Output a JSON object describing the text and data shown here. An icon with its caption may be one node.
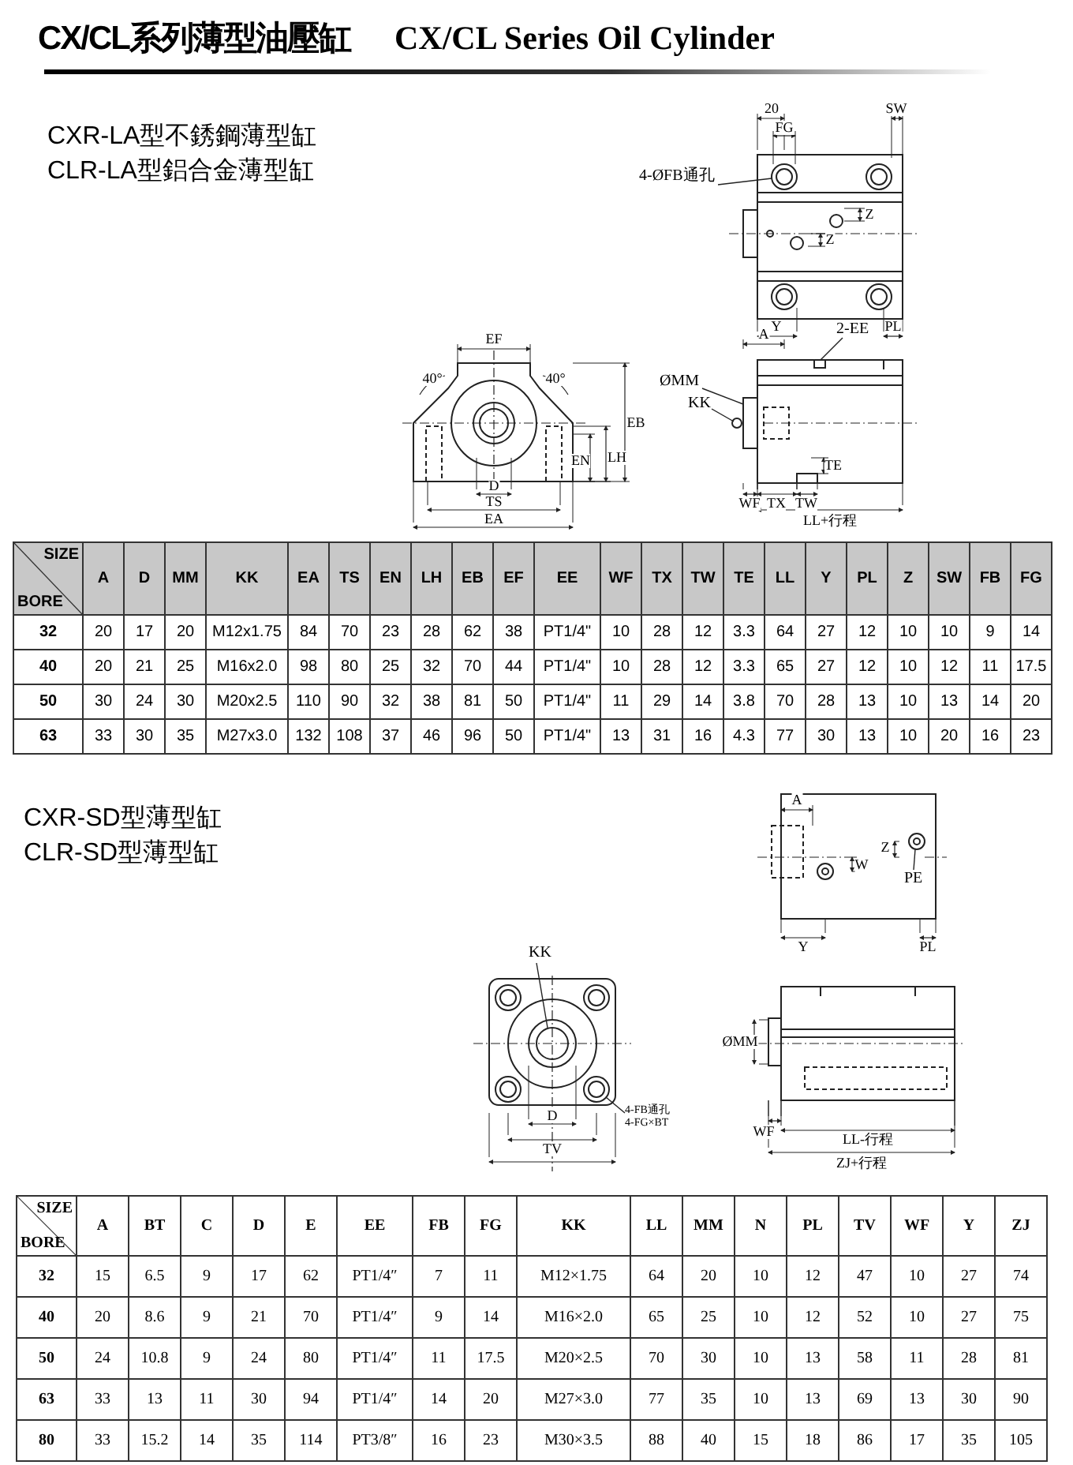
{
  "diagram": {
    "title": "CX/CL系列薄型油壓缸",
    "nodes": [
      {
        "text": [
          "4-ØFB通孔"
        ]
      },
      {
        "text": [
          "2-EE"
        ]
      },
      {
        "text": [
          "ØMM"
        ]
      },
      {
        "text": [
          "KK"
        ]
      },
      {
        "text": [
          "PE"
        ]
      },
      {
        "text": [
          "KK"
        ]
      },
      {
        "text": [
          "4-FB通孔",
          "4-FG×BT"
        ]
      },
      {
        "text": [],
        "shape": "circle"
      },
      {
        "text": [],
        "shape": "box"
      },
      {
        "text": [],
        "shape": "box"
      },
      {
        "text": [],
        "shape": "circle"
      },
      {
        "text": [],
        "shape": "circle"
      },
      {
        "text": [],
        "shape": "circle"
      },
      {
        "text": [],
        "shape": "circle"
      }
    ],
    "edges": [
      {
        "from": 0,
        "to": 7,
        "arrow": "none"
      },
      {
        "from": 1,
        "to": 8,
        "arrow": "none"
      },
      {
        "from": 2,
        "to": 9,
        "arrow": "none"
      },
      {
        "from": 3,
        "to": 10,
        "arrow": "none"
      },
      {
        "from": 4,
        "to": 11,
        "arrow": "none"
      },
      {
        "from": 5,
        "to": 12,
        "arrow": "none"
      },
      {
        "from": 6,
        "to": 13,
        "arrow": "none"
      }
    ],
    "labels": [
      "CX/CL Series Oil Cylinder",
      "CXR-LA型不銹鋼薄型缸",
      "CLR-LA型鋁合金薄型缸",
      "20",
      "FG",
      "SW",
      "Z",
      "Z",
      "Y",
      "PL",
      "EF",
      "40°",
      "40°",
      "EN",
      "LH",
      "EB",
      "D",
      "TS",
      "EA",
      "A",
      "TE",
      "WF",
      "TX",
      "TW",
      "LL+行程",
      "SIZE",
      "BORE",
      "A",
      "D",
      "MM",
      "KK",
      "EA",
      "TS",
      "EN",
      "LH",
      "EB",
      "EF",
      "EE",
      "WF",
      "TX",
      "TW",
      "TE",
      "LL",
      "Y",
      "PL",
      "Z",
      "SW",
      "FB",
      "FG",
      "32",
      "20",
      "17",
      "20",
      "M12x1.75",
      "84",
      "70",
      "23",
      "28",
      "62",
      "38",
      "PT1/4\"",
      "10",
      "28",
      "12",
      "3.3",
      "64",
      "27",
      "12",
      "10",
      "10",
      "9",
      "14",
      "40",
      "20",
      "21",
      "25",
      "M16x2.0",
      "98",
      "80",
      "25",
      "32",
      "70",
      "44",
      "PT1/4\"",
      "10",
      "28",
      "12",
      "3.3",
      "65",
      "27",
      "12",
      "10",
      "12",
      "11",
      "17.5",
      "50",
      "30",
      "24",
      "30",
      "M20x2.5",
      "110",
      "90",
      "32",
      "38",
      "81",
      "50",
      "PT1/4\"",
      "11",
      "29",
      "14",
      "3.8",
      "70",
      "28",
      "13",
      "10",
      "13",
      "14",
      "20",
      "63",
      "33",
      "30",
      "35",
      "M27x3.0",
      "132",
      "108",
      "37",
      "46",
      "96",
      "50",
      "PT1/4\"",
      "13",
      "31",
      "16",
      "4.3",
      "77",
      "30",
      "13",
      "10",
      "20",
      "16",
      "23",
      "CXR-SD型薄型缸",
      "CLR-SD型薄型缸",
      "A",
      "Z",
      "W",
      "Y",
      "PL",
      "D",
      "TV",
      "ØMM",
      "WF",
      "LL-行程",
      "ZJ+行程",
      "SIZE",
      "BORE",
      "A",
      "BT",
      "C",
      "D",
      "E",
      "EE",
      "FB",
      "FG",
      "KK",
      "LL",
      "MM",
      "N",
      "PL",
      "TV",
      "WF",
      "Y",
      "ZJ",
      "32",
      "15",
      "6.5",
      "9",
      "17",
      "62",
      "PT1/4″",
      "7",
      "11",
      "M12×1.75",
      "64",
      "20",
      "10",
      "12",
      "47",
      "10",
      "27",
      "74",
      "40",
      "20",
      "8.6",
      "9",
      "21",
      "70",
      "PT1/4″",
      "9",
      "14",
      "M16×2.0",
      "65",
      "25",
      "10",
      "12",
      "52",
      "10",
      "27",
      "75",
      "50",
      "24",
      "10.8",
      "9",
      "24",
      "80",
      "PT1/4″",
      "11",
      "17.5",
      "M20×2.5",
      "70",
      "30",
      "10",
      "13",
      "58",
      "11",
      "28",
      "81",
      "63",
      "33",
      "13",
      "11",
      "30",
      "94",
      "PT1/4″",
      "14",
      "20",
      "M27×3.0",
      "77",
      "35",
      "10",
      "13",
      "69",
      "13",
      "30",
      "90",
      "80",
      "33",
      "15.2",
      "14",
      "35",
      "114",
      "PT3/8″",
      "16",
      "23",
      "M30×3.5",
      "88",
      "40",
      "15",
      "18",
      "86",
      "17",
      "35",
      "105"
    ]
  }
}
